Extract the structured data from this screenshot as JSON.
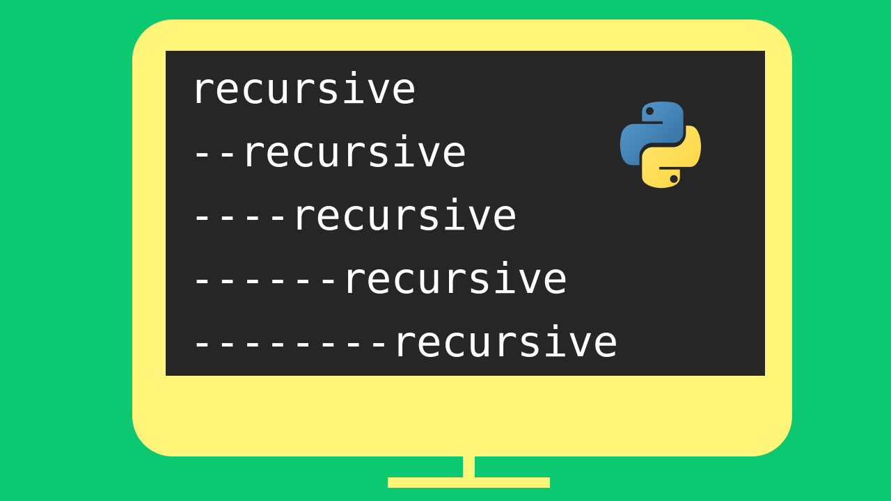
{
  "scene": {
    "background_color": "#0cc870",
    "monitor_color": "#fff578",
    "screen_color": "#262626",
    "text_color": "#ffffff"
  },
  "screen": {
    "lines": [
      "recursive",
      "--recursive",
      "----recursive",
      "------recursive",
      "--------recursive"
    ]
  },
  "icons": {
    "logo": "python-logo-icon"
  },
  "logo_colors": {
    "blue": "#3b77a8",
    "yellow": "#fed442"
  }
}
